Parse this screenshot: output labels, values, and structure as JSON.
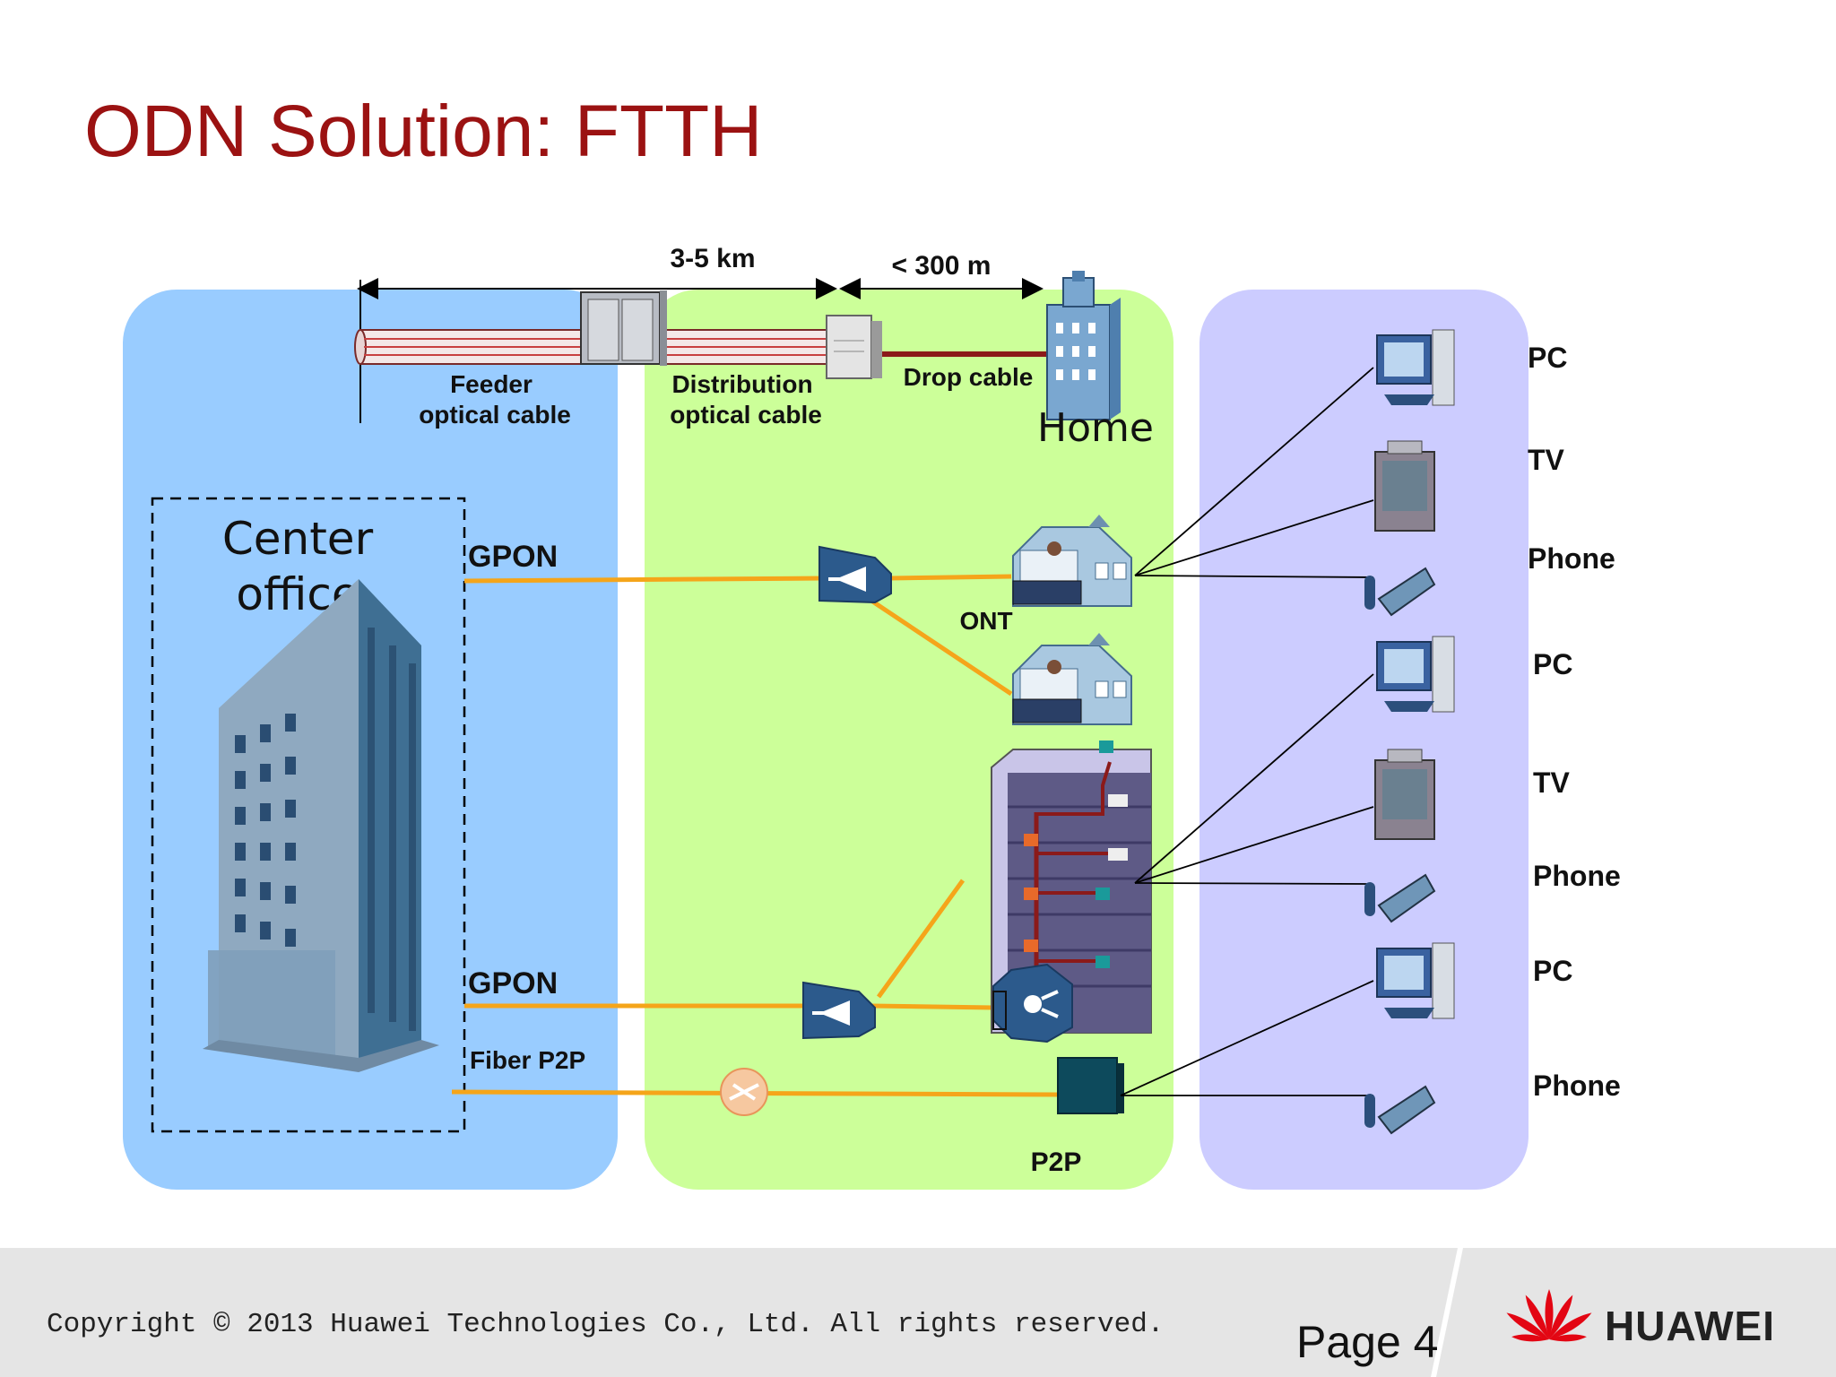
{
  "title": "ODN Solution: FTTH",
  "distances": {
    "feeder_span": "3-5 km",
    "drop_span": "< 300 m"
  },
  "cables": {
    "feeder": [
      "Feeder",
      "optical cable"
    ],
    "distribution": [
      "Distribution",
      "optical cable"
    ],
    "drop": "Drop cable"
  },
  "nodes": {
    "home": "Home",
    "center_office": [
      "Center",
      "office"
    ],
    "ont": "ONT",
    "p2p": "P2P"
  },
  "links": {
    "gpon_top": "GPON",
    "gpon_bottom": "GPON",
    "fiber_p2p": "Fiber P2P"
  },
  "devices": [
    "PC",
    "TV",
    "Phone",
    "PC",
    "TV",
    "Phone",
    "PC",
    "Phone"
  ],
  "footer": {
    "copyright": "Copyright © 2013 Huawei Technologies Co., Ltd. All rights reserved.",
    "page": "Page 4",
    "brand": "HUAWEI"
  },
  "colors": {
    "title": "#9b1212",
    "zone_center": "#99ccff",
    "zone_distribution": "#ccff99",
    "zone_home": "#ccccff",
    "fiber": "#f5a51a",
    "drop_cable": "#8b1a1a"
  },
  "icons": [
    "building-icon",
    "cabinet-icon",
    "terminal-box-icon",
    "house-icon",
    "splitter-icon",
    "pc-icon",
    "tv-icon",
    "phone-icon",
    "switch-icon",
    "huawei-logo-icon"
  ]
}
